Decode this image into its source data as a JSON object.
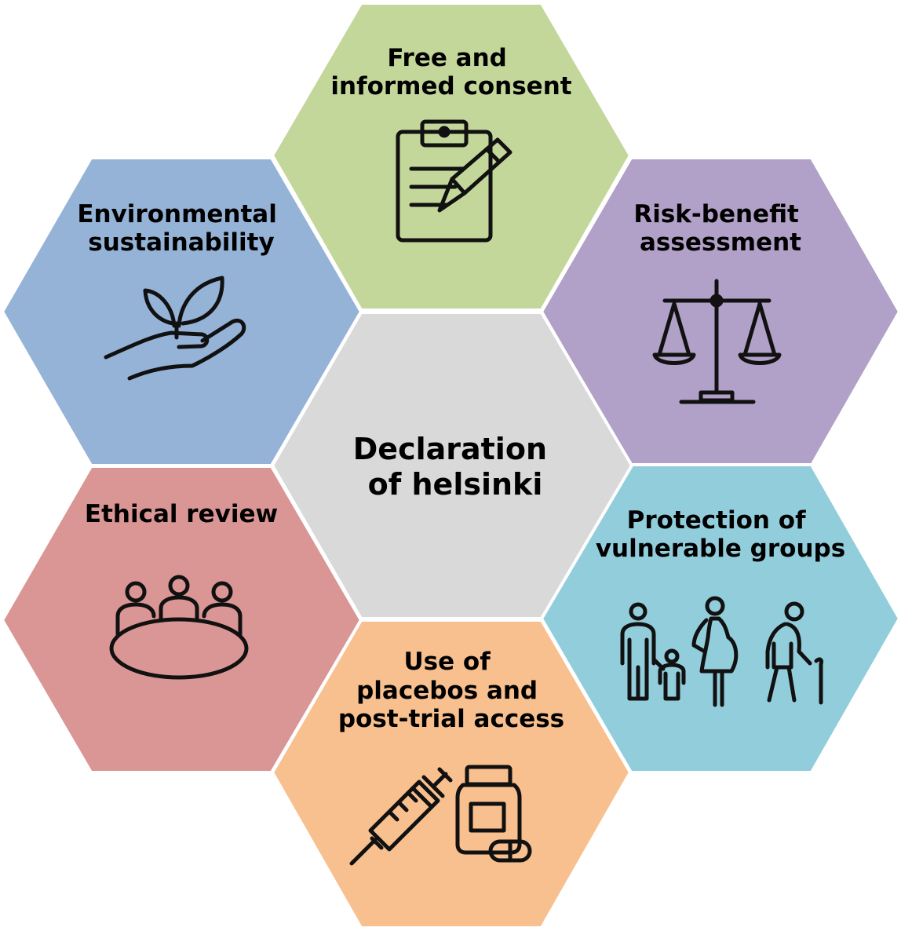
{
  "diagram": {
    "center": {
      "lines": [
        "Declaration",
        "of helsinki"
      ],
      "color": "#d9d9d9"
    },
    "top": {
      "lines": [
        "Free and",
        "informed consent"
      ],
      "color": "#c4d79b",
      "icon": "clipboard-pen-icon"
    },
    "upper_right": {
      "lines": [
        "Risk-benefit",
        "assessment"
      ],
      "color": "#b1a0c7",
      "icon": "balance-scale-icon"
    },
    "lower_right": {
      "lines": [
        "Protection of",
        "vulnerable groups"
      ],
      "color": "#92cddc",
      "icon": "family-people-icon"
    },
    "bottom": {
      "lines": [
        "Use of",
        "placebos and",
        "post-trial access"
      ],
      "color": "#f8c08f",
      "icon": "syringe-pill-bottle-icon"
    },
    "lower_left": {
      "lines": [
        "Ethical review"
      ],
      "color": "#da9694",
      "icon": "meeting-table-icon"
    },
    "upper_left": {
      "lines": [
        "Environmental",
        "sustainability"
      ],
      "color": "#95b3d7",
      "icon": "plant-in-hand-icon"
    }
  }
}
